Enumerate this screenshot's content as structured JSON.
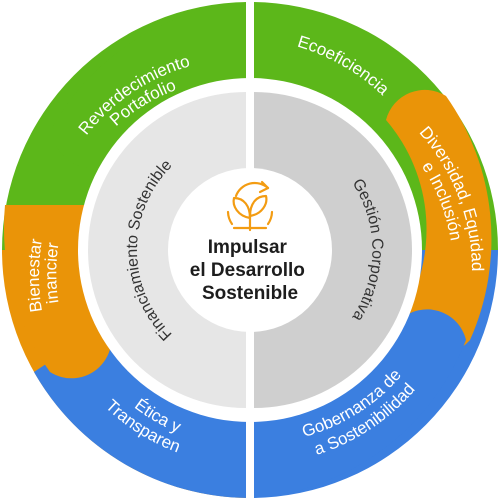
{
  "center": {
    "title_lines": [
      "Impulsar",
      "el Desarrollo",
      "Sostenible"
    ],
    "icon": "growing-plant-icon"
  },
  "inner": {
    "left": "Financiamiento Sostenible",
    "right": "Gestión Corporativa"
  },
  "outer": {
    "reverdecimiento": [
      "Reverdecimiento",
      "Portafolio"
    ],
    "ecoeficiencia": [
      "Ecoeficiencia"
    ],
    "diversidad": [
      "Diversidad, Equidad",
      "e Inclusión"
    ],
    "bienestar": [
      "Bienestar",
      "Financiero"
    ],
    "etica": [
      "Ética y",
      "Transparen"
    ],
    "gobernanza": [
      "Gobernanza de",
      "a Sostenibilidad"
    ]
  },
  "colors": {
    "green": "#5cb71a",
    "orange": "#ea9408",
    "blue": "#3b7fe0",
    "inner_left": "#e6e6e6",
    "inner_right": "#cfcfcf",
    "icon": "#f39c12"
  }
}
